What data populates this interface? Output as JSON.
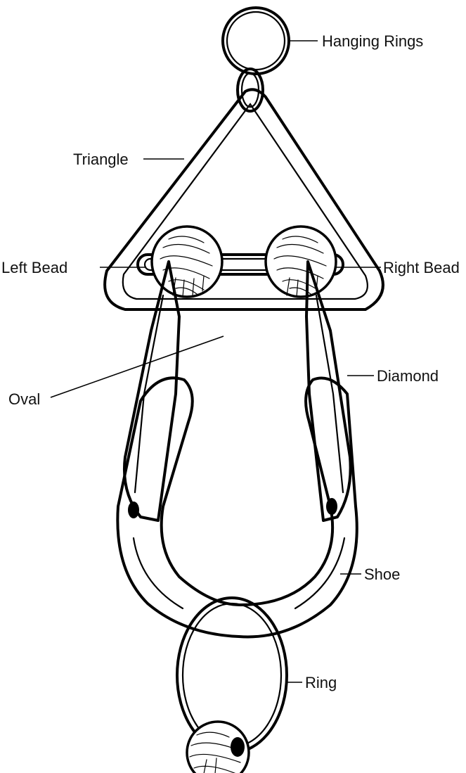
{
  "labels": {
    "hanging_rings": "Hanging Rings",
    "triangle": "Triangle",
    "left_bead": "Left Bead",
    "right_bead": "Right Bead",
    "oval": "Oval",
    "diamond": "Diamond",
    "shoe": "Shoe",
    "ring": "Ring"
  },
  "colors": {
    "line": "#000000",
    "background": "#ffffff"
  }
}
